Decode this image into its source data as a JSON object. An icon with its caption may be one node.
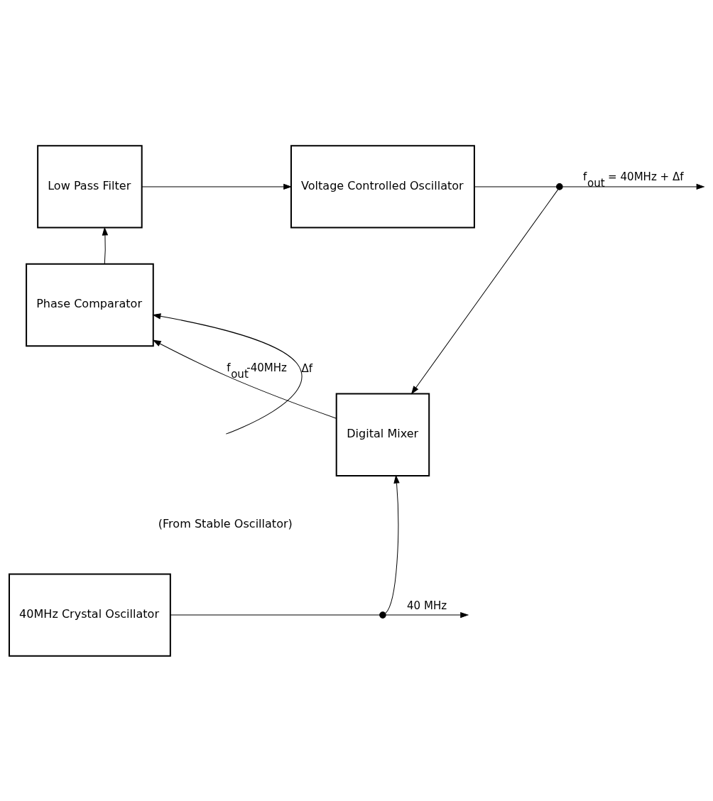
{
  "diagram": {
    "nodes": [
      {
        "text": [
          "Low Pass Filter"
        ]
      },
      {
        "text": [
          "Voltage Controlled Oscillator"
        ]
      },
      {
        "text": [
          "Phase Comparator"
        ]
      },
      {
        "text": [
          "Digital Mixer"
        ]
      },
      {
        "text": [
          "40MHz Crystal Oscillator"
        ]
      },
      {
        "text": [],
        "shape": "circle"
      },
      {
        "text": [],
        "shape": "circle"
      }
    ],
    "edges": [
      {
        "from": 0,
        "to": 1,
        "arrow": "to"
      },
      {
        "from": 1,
        "to": 5,
        "arrow": "none"
      },
      {
        "from": 5,
        "to": null,
        "arrow": "to",
        "label": "f$_{out}$ = 40MHz + Δf"
      },
      {
        "from": 5,
        "to": 3,
        "arrow": "to"
      },
      {
        "from": 2,
        "to": 0,
        "arrow": "to"
      },
      {
        "from": 3,
        "to": 2,
        "arrow": "to",
        "label": "f$_{out}$-40MHz"
      },
      {
        "from": null,
        "to": 2,
        "arrow": "to",
        "label": "Δf"
      },
      {
        "from": 4,
        "to": 6,
        "arrow": "none"
      },
      {
        "from": 6,
        "to": 3,
        "arrow": "to"
      },
      {
        "from": 6,
        "to": null,
        "arrow": "to",
        "label": "40 MHz"
      }
    ],
    "labels": [
      "(From Stable Oscillator)"
    ]
  }
}
